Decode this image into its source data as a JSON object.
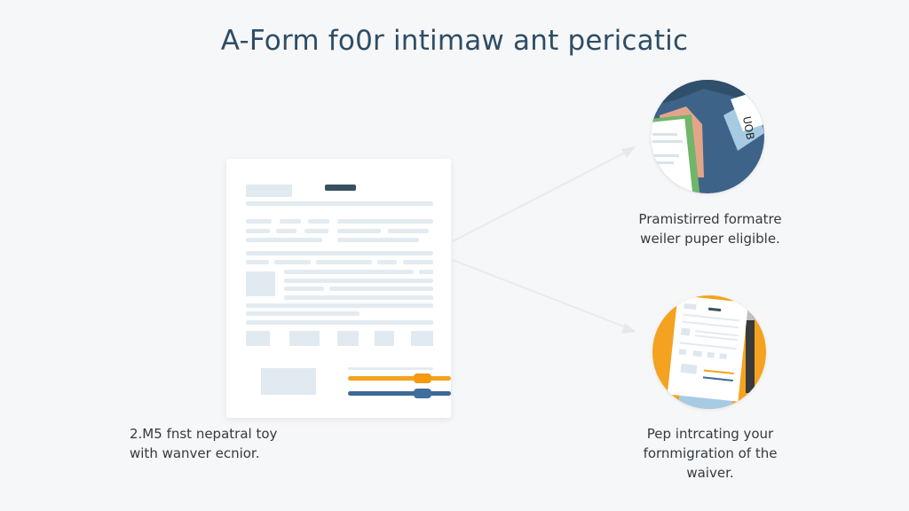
{
  "title": "A-Form fo0r intimaw ant pericatic",
  "left_caption": {
    "line1": "2.M5 fnst nepatral toy",
    "line2": "with wanver ecnior."
  },
  "top_right": {
    "icon": "hand-holding-form-illustration",
    "caption_line1": "Pramistirred formatre",
    "caption_line2": "weiler puper eligible."
  },
  "bottom_right": {
    "icon": "form-document-on-orange-illustration",
    "caption_line1": "Pep intrcating your",
    "caption_line2": "fornmigration of the",
    "caption_line3": "waiver."
  },
  "colors": {
    "background": "#f6f7f8",
    "title": "#2e4d66",
    "accent_orange": "#f4a21f",
    "accent_blue": "#3d6895",
    "placeholder": "#e1eaf1"
  }
}
